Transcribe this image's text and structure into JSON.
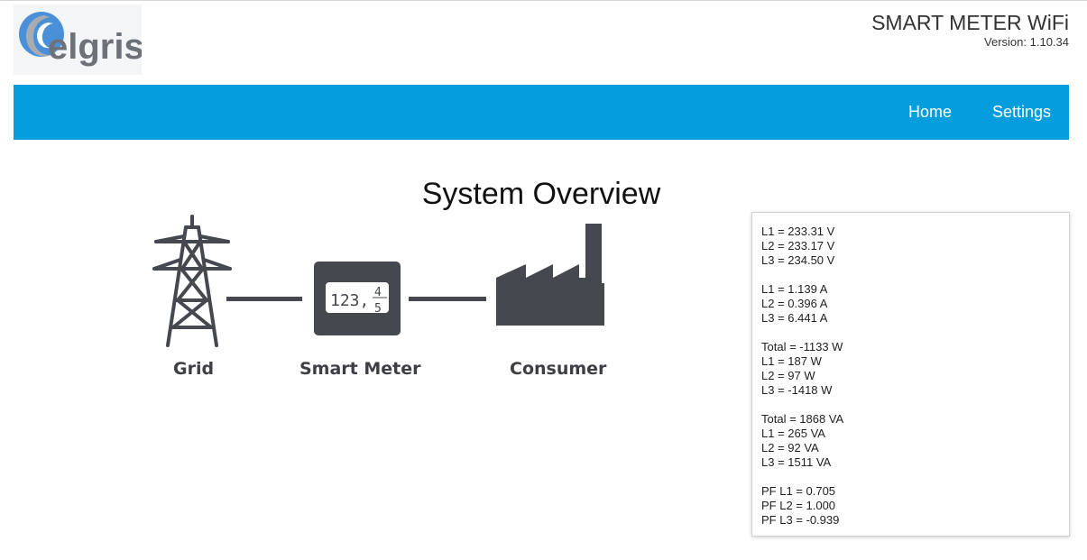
{
  "header": {
    "logo_text": "elgris",
    "app_title": "SMART METER WiFi",
    "version": "Version: 1.10.34"
  },
  "nav": {
    "home": "Home",
    "settings": "Settings"
  },
  "main": {
    "title": "System Overview",
    "diagram": {
      "grid": "Grid",
      "meter": "Smart Meter",
      "meter_display": "123,",
      "meter_digit_top": "4",
      "meter_digit_bottom": "5",
      "consumer": "Consumer"
    }
  },
  "readings": {
    "voltage": [
      "L1 = 233.31 V",
      "L2 = 233.17 V",
      "L3 = 234.50 V"
    ],
    "current": [
      "L1 = 1.139 A",
      "L2 = 0.396 A",
      "L3 = 6.441 A"
    ],
    "power": [
      "Total = -1133 W",
      "L1 = 187 W",
      "L2 = 97 W",
      "L3 = -1418 W"
    ],
    "apparent_power": [
      "Total = 1868 VA",
      "L1 = 265 VA",
      "L2 = 92 VA",
      "L3 = 1511 VA"
    ],
    "power_factor": [
      "PF L1 = 0.705",
      "PF L2 = 1.000",
      "PF L3 = -0.939"
    ]
  },
  "colors": {
    "nav_background": "#069ddc",
    "icon_dark": "#45484e",
    "logo_blue": "#4a90d9",
    "logo_gray": "#7a7f85"
  }
}
